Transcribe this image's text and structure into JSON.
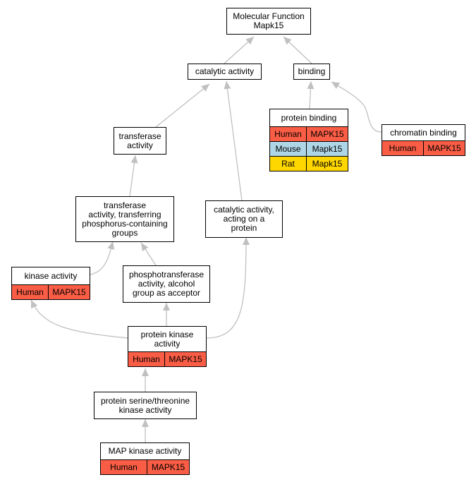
{
  "colors": {
    "edge": "#c0c0c0",
    "human": "#fa5d45",
    "mouse": "#aed6e6",
    "rat": "#ffd700"
  },
  "nodes": [
    {
      "id": "root",
      "label": "Molecular Function\nMapk15",
      "annotations": []
    },
    {
      "id": "catalytic",
      "label": "catalytic activity",
      "annotations": []
    },
    {
      "id": "binding",
      "label": "binding",
      "annotations": []
    },
    {
      "id": "protein_binding",
      "label": "protein binding",
      "annotations": [
        {
          "species": "Human",
          "gene": "MAPK15",
          "color": "human"
        },
        {
          "species": "Mouse",
          "gene": "Mapk15",
          "color": "mouse"
        },
        {
          "species": "Rat",
          "gene": "Mapk15",
          "color": "rat"
        }
      ]
    },
    {
      "id": "chromatin",
      "label": "chromatin binding",
      "annotations": [
        {
          "species": "Human",
          "gene": "MAPK15",
          "color": "human"
        }
      ]
    },
    {
      "id": "transferase",
      "label": "transferase\nactivity",
      "annotations": []
    },
    {
      "id": "transf_phos",
      "label": "transferase\nactivity, transferring\nphosphorus-containing\ngroups",
      "annotations": []
    },
    {
      "id": "cat_protein",
      "label": "catalytic activity,\nacting on a\nprotein",
      "annotations": []
    },
    {
      "id": "kinase",
      "label": "kinase activity",
      "annotations": [
        {
          "species": "Human",
          "gene": "MAPK15",
          "color": "human"
        }
      ]
    },
    {
      "id": "phosphotrans",
      "label": "phosphotransferase\nactivity, alcohol\ngroup as acceptor",
      "annotations": []
    },
    {
      "id": "prot_kinase",
      "label": "protein kinase\nactivity",
      "annotations": [
        {
          "species": "Human",
          "gene": "MAPK15",
          "color": "human"
        }
      ]
    },
    {
      "id": "ser_thr",
      "label": "protein serine/threonine\nkinase activity",
      "annotations": []
    },
    {
      "id": "map_kinase",
      "label": "MAP kinase activity",
      "annotations": [
        {
          "species": "Human",
          "gene": "MAPK15",
          "color": "human"
        }
      ]
    }
  ],
  "edges": [
    {
      "from": "catalytic",
      "to": "root"
    },
    {
      "from": "binding",
      "to": "root"
    },
    {
      "from": "protein_binding",
      "to": "binding"
    },
    {
      "from": "chromatin",
      "to": "binding"
    },
    {
      "from": "transferase",
      "to": "catalytic"
    },
    {
      "from": "cat_protein",
      "to": "catalytic"
    },
    {
      "from": "transf_phos",
      "to": "transferase"
    },
    {
      "from": "kinase",
      "to": "transf_phos"
    },
    {
      "from": "phosphotrans",
      "to": "transf_phos"
    },
    {
      "from": "prot_kinase",
      "to": "kinase"
    },
    {
      "from": "prot_kinase",
      "to": "phosphotrans"
    },
    {
      "from": "prot_kinase",
      "to": "cat_protein"
    },
    {
      "from": "ser_thr",
      "to": "prot_kinase"
    },
    {
      "from": "map_kinase",
      "to": "ser_thr"
    }
  ]
}
